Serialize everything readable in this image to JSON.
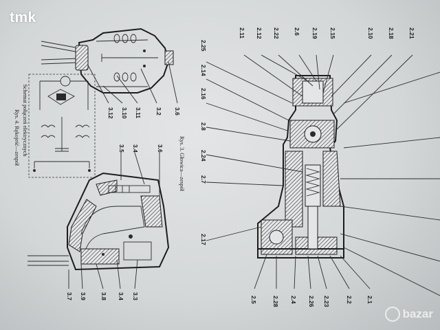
{
  "watermarks": {
    "top_left": "tmk",
    "bottom_right": "bazar"
  },
  "captions": {
    "fig3": "Rys. 3. Głowica—zespół",
    "fig4": "Rys. 4. Rękojeść—zespół",
    "schematic": "Schemat połączeń elektrycznych"
  },
  "labels": {
    "fig3_top": [
      "2.11",
      "2.12",
      "2.22",
      "2.6",
      "2.19",
      "2.15",
      "2.10",
      "2.18",
      "2.21"
    ],
    "fig3_left": [
      "2.25",
      "2.14",
      "2.16",
      "2.8",
      "2.24",
      "2.7",
      "2.17"
    ],
    "fig3_bottom": [
      "2.5",
      "2.28",
      "2.4",
      "2.26",
      "2.23",
      "2.2",
      "2.1"
    ],
    "fig4_top_handle": [
      "3.12",
      "3.10",
      "3.11",
      "3.2",
      "3.6"
    ],
    "fig4_mid": [
      "3.5",
      "3.4",
      "3.6"
    ],
    "fig4_bottom": [
      "3.7",
      "3.9",
      "3.8",
      "3.4",
      "3.3"
    ]
  },
  "colors": {
    "paper": "#dcdfe0",
    "ink": "#1c1c1c"
  }
}
